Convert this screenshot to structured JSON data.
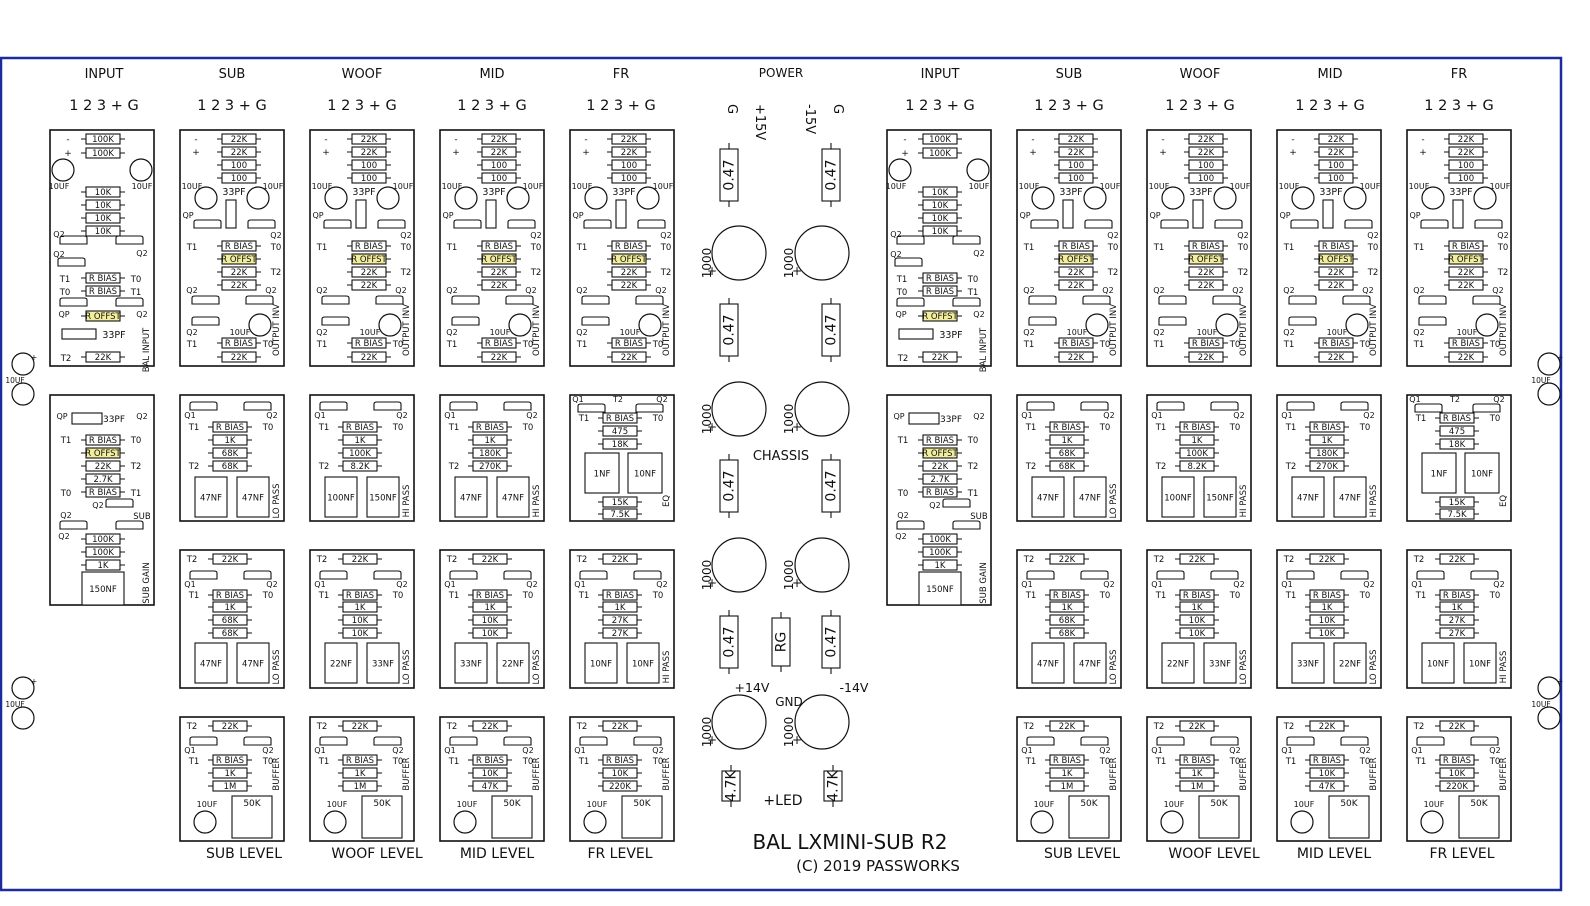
{
  "board": {
    "title": "BAL LXMINI-SUB R2",
    "copyright": "(C) 2019 PASSWORKS",
    "border_color": "#1c2c9a",
    "highlight_color": "#f3ee9e"
  },
  "headers": [
    "INPUT",
    "SUB",
    "WOOF",
    "MID",
    "FR",
    "INPUT",
    "SUB",
    "WOOF",
    "MID",
    "FR"
  ],
  "pins": "1 2 3 + G",
  "bottom_labels": [
    "SUB LEVEL",
    "WOOF LEVEL",
    "MID LEVEL",
    "FR LEVEL",
    "SUB LEVEL",
    "WOOF LEVEL",
    "MID LEVEL",
    "FR LEVEL"
  ],
  "power": {
    "title": "POWER",
    "pins": [
      "G",
      "+15V",
      "-15V",
      "G"
    ],
    "res_value": "0.47",
    "cap_big": "1000",
    "cap_plus": "+",
    "chassis": "CHASSIS",
    "rg": "RG",
    "pos14": "+14V",
    "neg14": "-14V",
    "gnd": "GND",
    "res_led": "4.7K",
    "led": "+LED"
  },
  "side_caps": {
    "label": "10UF",
    "plus": "+"
  },
  "input_board": {
    "side": "BAL INPUT",
    "r100k": "100K",
    "r10k": "10K",
    "c10uf": "10UF",
    "rbias": "R BIAS",
    "roffst": "R OFFST",
    "c33pf": "33PF",
    "r22k": "22K",
    "q2": "Q2",
    "qp": "QP",
    "t0": "T0",
    "t1": "T1",
    "t2": "T2",
    "minus": "-",
    "plus": "+"
  },
  "output_board": {
    "side": "OUTPUT INV",
    "r22k": "22K",
    "r100": "100",
    "c10uf": "10UF",
    "c33pf": "33PF",
    "rbias": "R BIAS",
    "roffst": "R OFFST",
    "qp": "QP",
    "q2": "Q2",
    "t0": "T0",
    "t1": "T1",
    "t2": "T2",
    "minus": "-",
    "plus": "+"
  },
  "subgain_board": {
    "side": "SUB GAIN",
    "qp": "QP",
    "q2": "Q2",
    "t0": "T0",
    "t1": "T1",
    "t2": "T2",
    "sub": "SUB",
    "c33pf": "33PF",
    "rbias": "R BIAS",
    "roffst": "R OFFST",
    "r22k": "22K",
    "r27k": "2.7K",
    "r100k": "100K",
    "r1k": "1K",
    "c150nf": "150NF"
  },
  "filter_row1": [
    {
      "type": "LO PASS",
      "r": [
        "1K",
        "68K",
        "68K"
      ],
      "caps": [
        "47NF",
        "47NF"
      ]
    },
    {
      "type": "HI PASS",
      "r": [
        "1K",
        "100K",
        "8.2K"
      ],
      "caps": [
        "100NF",
        "150NF"
      ]
    },
    {
      "type": "HI PASS",
      "r": [
        "1K",
        "180K",
        "270K"
      ],
      "caps": [
        "47NF",
        "47NF"
      ]
    },
    {
      "type": "EQ",
      "r": [
        "475",
        "18K"
      ],
      "caps": [
        "1NF",
        "10NF"
      ],
      "r2": [
        "15K",
        "7.5K"
      ]
    }
  ],
  "filter_row2": [
    {
      "type": "LO PASS",
      "r": [
        "1K",
        "68K",
        "68K"
      ],
      "caps": [
        "47NF",
        "47NF"
      ]
    },
    {
      "type": "LO PASS",
      "r": [
        "1K",
        "10K",
        "10K"
      ],
      "caps": [
        "22NF",
        "33NF"
      ]
    },
    {
      "type": "LO PASS",
      "r": [
        "1K",
        "10K",
        "10K"
      ],
      "caps": [
        "33NF",
        "22NF"
      ]
    },
    {
      "type": "HI PASS",
      "r": [
        "1K",
        "27K",
        "27K"
      ],
      "caps": [
        "10NF",
        "10NF"
      ]
    }
  ],
  "buffer_boards": [
    {
      "r": [
        "1K",
        "1M"
      ],
      "pot": "50K",
      "cap": "10UF"
    },
    {
      "r": [
        "1K",
        "1M"
      ],
      "pot": "50K",
      "cap": "10UF"
    },
    {
      "r": [
        "10K",
        "47K"
      ],
      "pot": "50K",
      "cap": "10UF"
    },
    {
      "r": [
        "10K",
        "220K"
      ],
      "pot": "50K",
      "cap": "10UF"
    }
  ],
  "filter_common": {
    "r22k": "22K",
    "rbias": "R BIAS",
    "q1": "Q1",
    "q2": "Q2",
    "t0": "T0",
    "t1": "T1",
    "t2": "T2",
    "buffer": "BUFFER"
  }
}
